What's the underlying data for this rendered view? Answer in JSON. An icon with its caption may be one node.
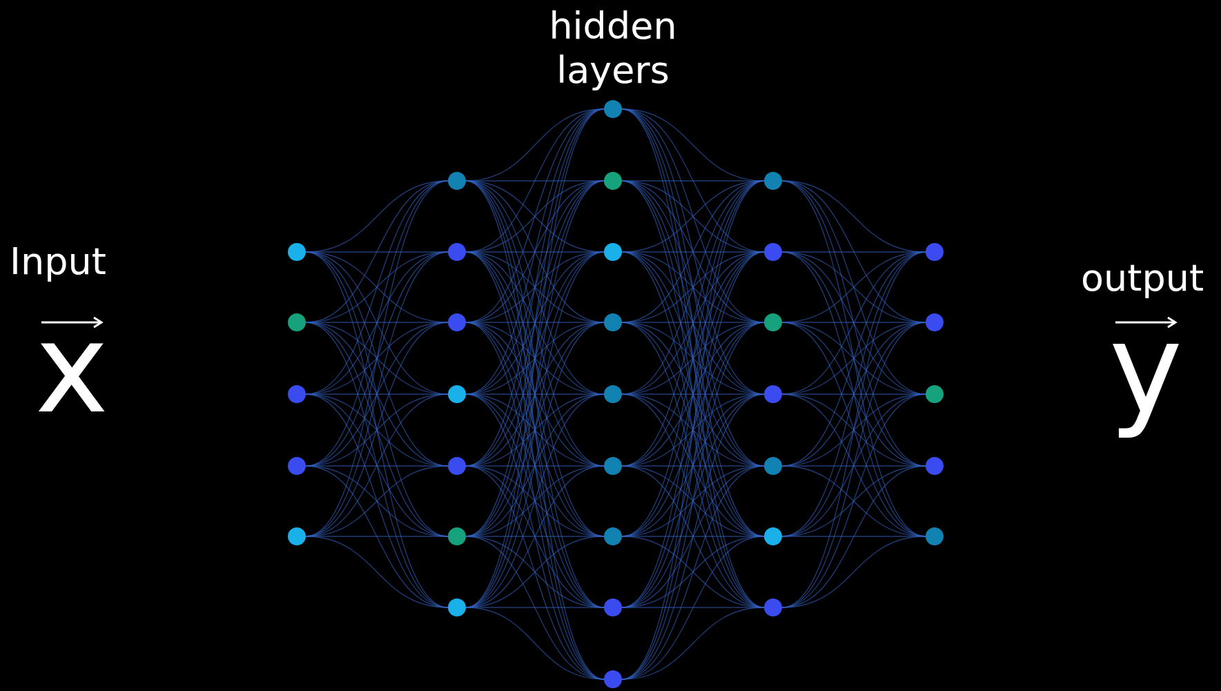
{
  "diagram": {
    "nodes": [
      {
        "text": [],
        "shape": "circle"
      },
      {
        "text": [],
        "shape": "circle"
      },
      {
        "text": [],
        "shape": "circle"
      },
      {
        "text": [],
        "shape": "circle"
      },
      {
        "text": [],
        "shape": "circle"
      },
      {
        "text": [],
        "shape": "circle"
      },
      {
        "text": [],
        "shape": "circle"
      },
      {
        "text": [],
        "shape": "circle"
      },
      {
        "text": [],
        "shape": "circle"
      },
      {
        "text": [],
        "shape": "circle"
      },
      {
        "text": [],
        "shape": "circle"
      },
      {
        "text": [],
        "shape": "circle"
      },
      {
        "text": [],
        "shape": "circle"
      },
      {
        "text": [],
        "shape": "circle"
      },
      {
        "text": [],
        "shape": "circle"
      },
      {
        "text": [],
        "shape": "circle"
      },
      {
        "text": [],
        "shape": "circle"
      },
      {
        "text": [],
        "shape": "circle"
      },
      {
        "text": [],
        "shape": "circle"
      },
      {
        "text": [],
        "shape": "circle"
      },
      {
        "text": [],
        "shape": "circle"
      },
      {
        "text": [],
        "shape": "circle"
      },
      {
        "text": [],
        "shape": "circle"
      },
      {
        "text": [],
        "shape": "circle"
      },
      {
        "text": [],
        "shape": "circle"
      },
      {
        "text": [],
        "shape": "circle"
      },
      {
        "text": [],
        "shape": "circle"
      },
      {
        "text": [],
        "shape": "circle"
      },
      {
        "text": [],
        "shape": "circle"
      },
      {
        "text": [],
        "shape": "circle"
      },
      {
        "text": [],
        "shape": "circle"
      },
      {
        "text": [],
        "shape": "circle"
      },
      {
        "text": [],
        "shape": "circle"
      }
    ],
    "edges": [
      {
        "from": 0,
        "to": 5,
        "arrow": "none"
      },
      {
        "from": 0,
        "to": 6,
        "arrow": "none"
      },
      {
        "from": 0,
        "to": 7,
        "arrow": "none"
      },
      {
        "from": 0,
        "to": 8,
        "arrow": "none"
      },
      {
        "from": 0,
        "to": 9,
        "arrow": "none"
      },
      {
        "from": 0,
        "to": 10,
        "arrow": "none"
      },
      {
        "from": 0,
        "to": 11,
        "arrow": "none"
      },
      {
        "from": 1,
        "to": 5,
        "arrow": "none"
      },
      {
        "from": 1,
        "to": 6,
        "arrow": "none"
      },
      {
        "from": 1,
        "to": 7,
        "arrow": "none"
      },
      {
        "from": 1,
        "to": 8,
        "arrow": "none"
      },
      {
        "from": 1,
        "to": 9,
        "arrow": "none"
      },
      {
        "from": 1,
        "to": 10,
        "arrow": "none"
      },
      {
        "from": 1,
        "to": 11,
        "arrow": "none"
      },
      {
        "from": 2,
        "to": 5,
        "arrow": "none"
      },
      {
        "from": 2,
        "to": 6,
        "arrow": "none"
      },
      {
        "from": 2,
        "to": 7,
        "arrow": "none"
      },
      {
        "from": 2,
        "to": 8,
        "arrow": "none"
      },
      {
        "from": 2,
        "to": 9,
        "arrow": "none"
      },
      {
        "from": 2,
        "to": 10,
        "arrow": "none"
      },
      {
        "from": 2,
        "to": 11,
        "arrow": "none"
      },
      {
        "from": 3,
        "to": 5,
        "arrow": "none"
      },
      {
        "from": 3,
        "to": 6,
        "arrow": "none"
      },
      {
        "from": 3,
        "to": 7,
        "arrow": "none"
      },
      {
        "from": 3,
        "to": 8,
        "arrow": "none"
      },
      {
        "from": 3,
        "to": 9,
        "arrow": "none"
      },
      {
        "from": 3,
        "to": 10,
        "arrow": "none"
      },
      {
        "from": 3,
        "to": 11,
        "arrow": "none"
      },
      {
        "from": 4,
        "to": 5,
        "arrow": "none"
      },
      {
        "from": 4,
        "to": 6,
        "arrow": "none"
      },
      {
        "from": 4,
        "to": 7,
        "arrow": "none"
      },
      {
        "from": 4,
        "to": 8,
        "arrow": "none"
      },
      {
        "from": 4,
        "to": 9,
        "arrow": "none"
      },
      {
        "from": 4,
        "to": 10,
        "arrow": "none"
      },
      {
        "from": 4,
        "to": 11,
        "arrow": "none"
      },
      {
        "from": 5,
        "to": 12,
        "arrow": "none"
      },
      {
        "from": 5,
        "to": 13,
        "arrow": "none"
      },
      {
        "from": 5,
        "to": 14,
        "arrow": "none"
      },
      {
        "from": 5,
        "to": 15,
        "arrow": "none"
      },
      {
        "from": 5,
        "to": 16,
        "arrow": "none"
      },
      {
        "from": 5,
        "to": 17,
        "arrow": "none"
      },
      {
        "from": 5,
        "to": 18,
        "arrow": "none"
      },
      {
        "from": 5,
        "to": 19,
        "arrow": "none"
      },
      {
        "from": 5,
        "to": 20,
        "arrow": "none"
      },
      {
        "from": 6,
        "to": 12,
        "arrow": "none"
      },
      {
        "from": 6,
        "to": 13,
        "arrow": "none"
      },
      {
        "from": 6,
        "to": 14,
        "arrow": "none"
      },
      {
        "from": 6,
        "to": 15,
        "arrow": "none"
      },
      {
        "from": 6,
        "to": 16,
        "arrow": "none"
      },
      {
        "from": 6,
        "to": 17,
        "arrow": "none"
      },
      {
        "from": 6,
        "to": 18,
        "arrow": "none"
      },
      {
        "from": 6,
        "to": 19,
        "arrow": "none"
      },
      {
        "from": 6,
        "to": 20,
        "arrow": "none"
      },
      {
        "from": 7,
        "to": 12,
        "arrow": "none"
      },
      {
        "from": 7,
        "to": 13,
        "arrow": "none"
      },
      {
        "from": 7,
        "to": 14,
        "arrow": "none"
      },
      {
        "from": 7,
        "to": 15,
        "arrow": "none"
      },
      {
        "from": 7,
        "to": 16,
        "arrow": "none"
      },
      {
        "from": 7,
        "to": 17,
        "arrow": "none"
      },
      {
        "from": 7,
        "to": 18,
        "arrow": "none"
      },
      {
        "from": 7,
        "to": 19,
        "arrow": "none"
      },
      {
        "from": 7,
        "to": 20,
        "arrow": "none"
      },
      {
        "from": 8,
        "to": 12,
        "arrow": "none"
      },
      {
        "from": 8,
        "to": 13,
        "arrow": "none"
      },
      {
        "from": 8,
        "to": 14,
        "arrow": "none"
      },
      {
        "from": 8,
        "to": 15,
        "arrow": "none"
      },
      {
        "from": 8,
        "to": 16,
        "arrow": "none"
      },
      {
        "from": 8,
        "to": 17,
        "arrow": "none"
      },
      {
        "from": 8,
        "to": 18,
        "arrow": "none"
      },
      {
        "from": 8,
        "to": 19,
        "arrow": "none"
      },
      {
        "from": 8,
        "to": 20,
        "arrow": "none"
      },
      {
        "from": 9,
        "to": 12,
        "arrow": "none"
      },
      {
        "from": 9,
        "to": 13,
        "arrow": "none"
      },
      {
        "from": 9,
        "to": 14,
        "arrow": "none"
      },
      {
        "from": 9,
        "to": 15,
        "arrow": "none"
      },
      {
        "from": 9,
        "to": 16,
        "arrow": "none"
      },
      {
        "from": 9,
        "to": 17,
        "arrow": "none"
      },
      {
        "from": 9,
        "to": 18,
        "arrow": "none"
      },
      {
        "from": 9,
        "to": 19,
        "arrow": "none"
      },
      {
        "from": 9,
        "to": 20,
        "arrow": "none"
      },
      {
        "from": 10,
        "to": 12,
        "arrow": "none"
      },
      {
        "from": 10,
        "to": 13,
        "arrow": "none"
      },
      {
        "from": 10,
        "to": 14,
        "arrow": "none"
      },
      {
        "from": 10,
        "to": 15,
        "arrow": "none"
      },
      {
        "from": 10,
        "to": 16,
        "arrow": "none"
      },
      {
        "from": 10,
        "to": 17,
        "arrow": "none"
      },
      {
        "from": 10,
        "to": 18,
        "arrow": "none"
      },
      {
        "from": 10,
        "to": 19,
        "arrow": "none"
      },
      {
        "from": 10,
        "to": 20,
        "arrow": "none"
      },
      {
        "from": 11,
        "to": 12,
        "arrow": "none"
      },
      {
        "from": 11,
        "to": 13,
        "arrow": "none"
      },
      {
        "from": 11,
        "to": 14,
        "arrow": "none"
      },
      {
        "from": 11,
        "to": 15,
        "arrow": "none"
      },
      {
        "from": 11,
        "to": 16,
        "arrow": "none"
      },
      {
        "from": 11,
        "to": 17,
        "arrow": "none"
      },
      {
        "from": 11,
        "to": 18,
        "arrow": "none"
      },
      {
        "from": 11,
        "to": 19,
        "arrow": "none"
      },
      {
        "from": 11,
        "to": 20,
        "arrow": "none"
      },
      {
        "from": 12,
        "to": 21,
        "arrow": "none"
      },
      {
        "from": 12,
        "to": 22,
        "arrow": "none"
      },
      {
        "from": 12,
        "to": 23,
        "arrow": "none"
      },
      {
        "from": 12,
        "to": 24,
        "arrow": "none"
      },
      {
        "from": 12,
        "to": 25,
        "arrow": "none"
      },
      {
        "from": 12,
        "to": 26,
        "arrow": "none"
      },
      {
        "from": 12,
        "to": 27,
        "arrow": "none"
      },
      {
        "from": 13,
        "to": 21,
        "arrow": "none"
      },
      {
        "from": 13,
        "to": 22,
        "arrow": "none"
      },
      {
        "from": 13,
        "to": 23,
        "arrow": "none"
      },
      {
        "from": 13,
        "to": 24,
        "arrow": "none"
      },
      {
        "from": 13,
        "to": 25,
        "arrow": "none"
      },
      {
        "from": 13,
        "to": 26,
        "arrow": "none"
      },
      {
        "from": 13,
        "to": 27,
        "arrow": "none"
      },
      {
        "from": 14,
        "to": 21,
        "arrow": "none"
      },
      {
        "from": 14,
        "to": 22,
        "arrow": "none"
      },
      {
        "from": 14,
        "to": 23,
        "arrow": "none"
      },
      {
        "from": 14,
        "to": 24,
        "arrow": "none"
      },
      {
        "from": 14,
        "to": 25,
        "arrow": "none"
      },
      {
        "from": 14,
        "to": 26,
        "arrow": "none"
      },
      {
        "from": 14,
        "to": 27,
        "arrow": "none"
      },
      {
        "from": 15,
        "to": 21,
        "arrow": "none"
      },
      {
        "from": 15,
        "to": 22,
        "arrow": "none"
      },
      {
        "from": 15,
        "to": 23,
        "arrow": "none"
      },
      {
        "from": 15,
        "to": 24,
        "arrow": "none"
      },
      {
        "from": 15,
        "to": 25,
        "arrow": "none"
      },
      {
        "from": 15,
        "to": 26,
        "arrow": "none"
      },
      {
        "from": 15,
        "to": 27,
        "arrow": "none"
      },
      {
        "from": 16,
        "to": 21,
        "arrow": "none"
      },
      {
        "from": 16,
        "to": 22,
        "arrow": "none"
      },
      {
        "from": 16,
        "to": 23,
        "arrow": "none"
      },
      {
        "from": 16,
        "to": 24,
        "arrow": "none"
      },
      {
        "from": 16,
        "to": 25,
        "arrow": "none"
      },
      {
        "from": 16,
        "to": 26,
        "arrow": "none"
      },
      {
        "from": 16,
        "to": 27,
        "arrow": "none"
      },
      {
        "from": 17,
        "to": 21,
        "arrow": "none"
      },
      {
        "from": 17,
        "to": 22,
        "arrow": "none"
      },
      {
        "from": 17,
        "to": 23,
        "arrow": "none"
      },
      {
        "from": 17,
        "to": 24,
        "arrow": "none"
      },
      {
        "from": 17,
        "to": 25,
        "arrow": "none"
      },
      {
        "from": 17,
        "to": 26,
        "arrow": "none"
      },
      {
        "from": 17,
        "to": 27,
        "arrow": "none"
      },
      {
        "from": 18,
        "to": 21,
        "arrow": "none"
      },
      {
        "from": 18,
        "to": 22,
        "arrow": "none"
      },
      {
        "from": 18,
        "to": 23,
        "arrow": "none"
      },
      {
        "from": 18,
        "to": 24,
        "arrow": "none"
      },
      {
        "from": 18,
        "to": 25,
        "arrow": "none"
      },
      {
        "from": 18,
        "to": 26,
        "arrow": "none"
      },
      {
        "from": 18,
        "to": 27,
        "arrow": "none"
      },
      {
        "from": 19,
        "to": 21,
        "arrow": "none"
      },
      {
        "from": 19,
        "to": 22,
        "arrow": "none"
      },
      {
        "from": 19,
        "to": 23,
        "arrow": "none"
      },
      {
        "from": 19,
        "to": 24,
        "arrow": "none"
      },
      {
        "from": 19,
        "to": 25,
        "arrow": "none"
      },
      {
        "from": 19,
        "to": 26,
        "arrow": "none"
      },
      {
        "from": 19,
        "to": 27,
        "arrow": "none"
      },
      {
        "from": 20,
        "to": 21,
        "arrow": "none"
      },
      {
        "from": 20,
        "to": 22,
        "arrow": "none"
      },
      {
        "from": 20,
        "to": 23,
        "arrow": "none"
      },
      {
        "from": 20,
        "to": 24,
        "arrow": "none"
      },
      {
        "from": 20,
        "to": 25,
        "arrow": "none"
      },
      {
        "from": 20,
        "to": 26,
        "arrow": "none"
      },
      {
        "from": 20,
        "to": 27,
        "arrow": "none"
      },
      {
        "from": 21,
        "to": 28,
        "arrow": "none"
      },
      {
        "from": 21,
        "to": 29,
        "arrow": "none"
      },
      {
        "from": 21,
        "to": 30,
        "arrow": "none"
      },
      {
        "from": 21,
        "to": 31,
        "arrow": "none"
      },
      {
        "from": 21,
        "to": 32,
        "arrow": "none"
      },
      {
        "from": 22,
        "to": 28,
        "arrow": "none"
      },
      {
        "from": 22,
        "to": 29,
        "arrow": "none"
      },
      {
        "from": 22,
        "to": 30,
        "arrow": "none"
      },
      {
        "from": 22,
        "to": 31,
        "arrow": "none"
      },
      {
        "from": 22,
        "to": 32,
        "arrow": "none"
      },
      {
        "from": 23,
        "to": 28,
        "arrow": "none"
      },
      {
        "from": 23,
        "to": 29,
        "arrow": "none"
      },
      {
        "from": 23,
        "to": 30,
        "arrow": "none"
      },
      {
        "from": 23,
        "to": 31,
        "arrow": "none"
      },
      {
        "from": 23,
        "to": 32,
        "arrow": "none"
      },
      {
        "from": 24,
        "to": 28,
        "arrow": "none"
      },
      {
        "from": 24,
        "to": 29,
        "arrow": "none"
      },
      {
        "from": 24,
        "to": 30,
        "arrow": "none"
      },
      {
        "from": 24,
        "to": 31,
        "arrow": "none"
      },
      {
        "from": 24,
        "to": 32,
        "arrow": "none"
      },
      {
        "from": 25,
        "to": 28,
        "arrow": "none"
      },
      {
        "from": 25,
        "to": 29,
        "arrow": "none"
      },
      {
        "from": 25,
        "to": 30,
        "arrow": "none"
      },
      {
        "from": 25,
        "to": 31,
        "arrow": "none"
      },
      {
        "from": 25,
        "to": 32,
        "arrow": "none"
      },
      {
        "from": 26,
        "to": 28,
        "arrow": "none"
      },
      {
        "from": 26,
        "to": 29,
        "arrow": "none"
      },
      {
        "from": 26,
        "to": 30,
        "arrow": "none"
      },
      {
        "from": 26,
        "to": 31,
        "arrow": "none"
      },
      {
        "from": 26,
        "to": 32,
        "arrow": "none"
      },
      {
        "from": 27,
        "to": 28,
        "arrow": "none"
      },
      {
        "from": 27,
        "to": 29,
        "arrow": "none"
      },
      {
        "from": 27,
        "to": 30,
        "arrow": "none"
      },
      {
        "from": 27,
        "to": 31,
        "arrow": "none"
      },
      {
        "from": 27,
        "to": 32,
        "arrow": "none"
      }
    ],
    "labels": [
      "hidden layers",
      "Input",
      "x",
      "output",
      "y"
    ]
  }
}
